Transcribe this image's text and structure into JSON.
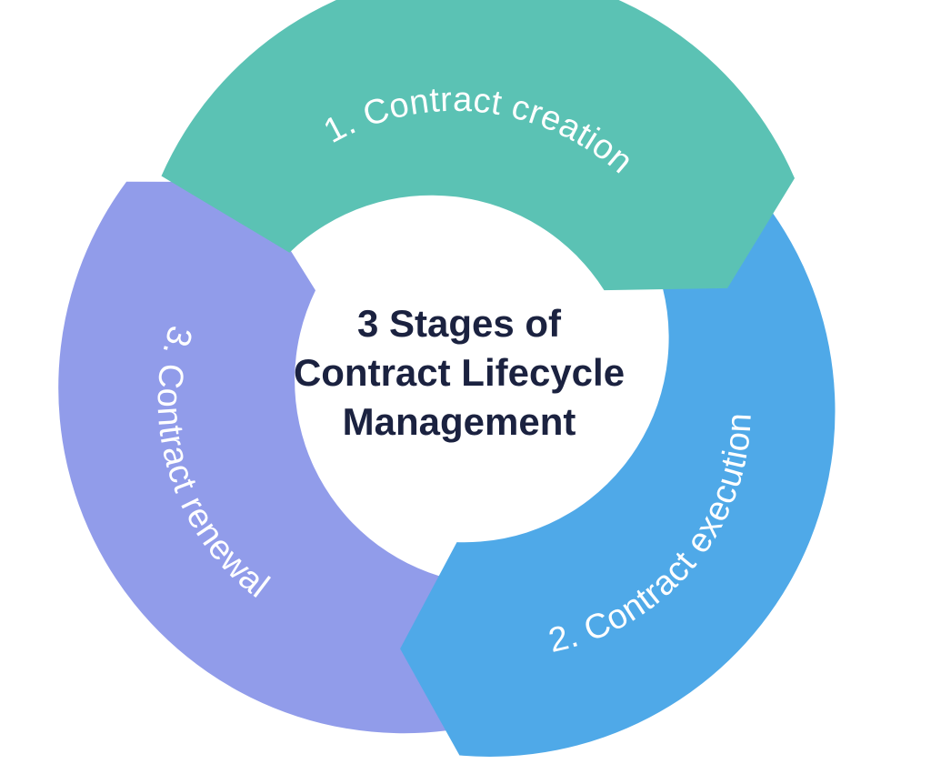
{
  "center_title": {
    "line1": "3 Stages of",
    "line2": "Contract Lifecycle",
    "line3": "Management"
  },
  "stages": [
    {
      "label": "1. Contract creation",
      "color": "#5bc2b4",
      "icon": "curved-arrow-icon"
    },
    {
      "label": "2. Contract execution",
      "color": "#4fa9e8",
      "icon": "curved-arrow-icon"
    },
    {
      "label": "3. Contract renewal",
      "color": "#919cea",
      "icon": "curved-arrow-icon"
    }
  ]
}
